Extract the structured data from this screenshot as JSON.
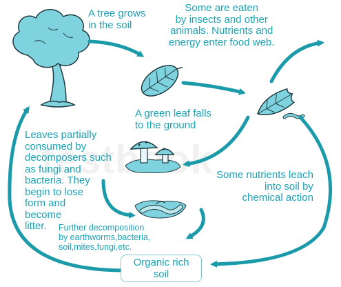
{
  "labels": {
    "tree_grows": "A tree grows\nin the soil",
    "eaten": "Some are eaten\nby insects and other\nanimals. Nutrients and\nenergy enter food web.",
    "leaf_falls": "A green leaf falls\nto the ground",
    "partially_consumed": "Leaves partially\nconsumed by\ndecomposers such\nas fungi and\nbacteria. They\nbegin to lose\nform and\nbecome\nlitter.",
    "leach": "Some nutrients leach\ninto soil by\nchemical action",
    "further_decomposition": "Further decomposition\nby earthworms,bacteria,\nsoil,mites,fungi,etc.",
    "organic_soil": "Organic rich\nsoil"
  },
  "watermark": "testbook",
  "colors": {
    "arrow": "#1b9aaa",
    "text": "#1aa3b5",
    "illustration": "#7fd3df",
    "outline": "#1e3a40",
    "box_border": "#7fc6d1"
  },
  "icons": [
    "tree-icon",
    "green-leaf-icon",
    "eaten-leaf-icon",
    "mushroom-puddle-icon",
    "earthworm-soil-icon"
  ]
}
